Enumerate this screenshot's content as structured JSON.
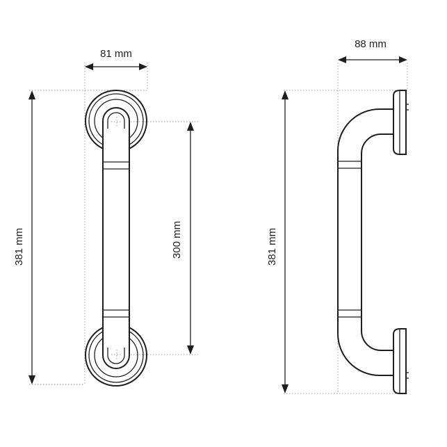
{
  "front_view": {
    "width_label": "81 mm",
    "height_label": "381 mm",
    "spacing_label": "300 mm"
  },
  "side_view": {
    "depth_label": "88 mm",
    "height_label": "381 mm"
  },
  "colors": {
    "line": "#1e1e1e",
    "extension_line": "#9a9a9a",
    "background": "#ffffff"
  }
}
